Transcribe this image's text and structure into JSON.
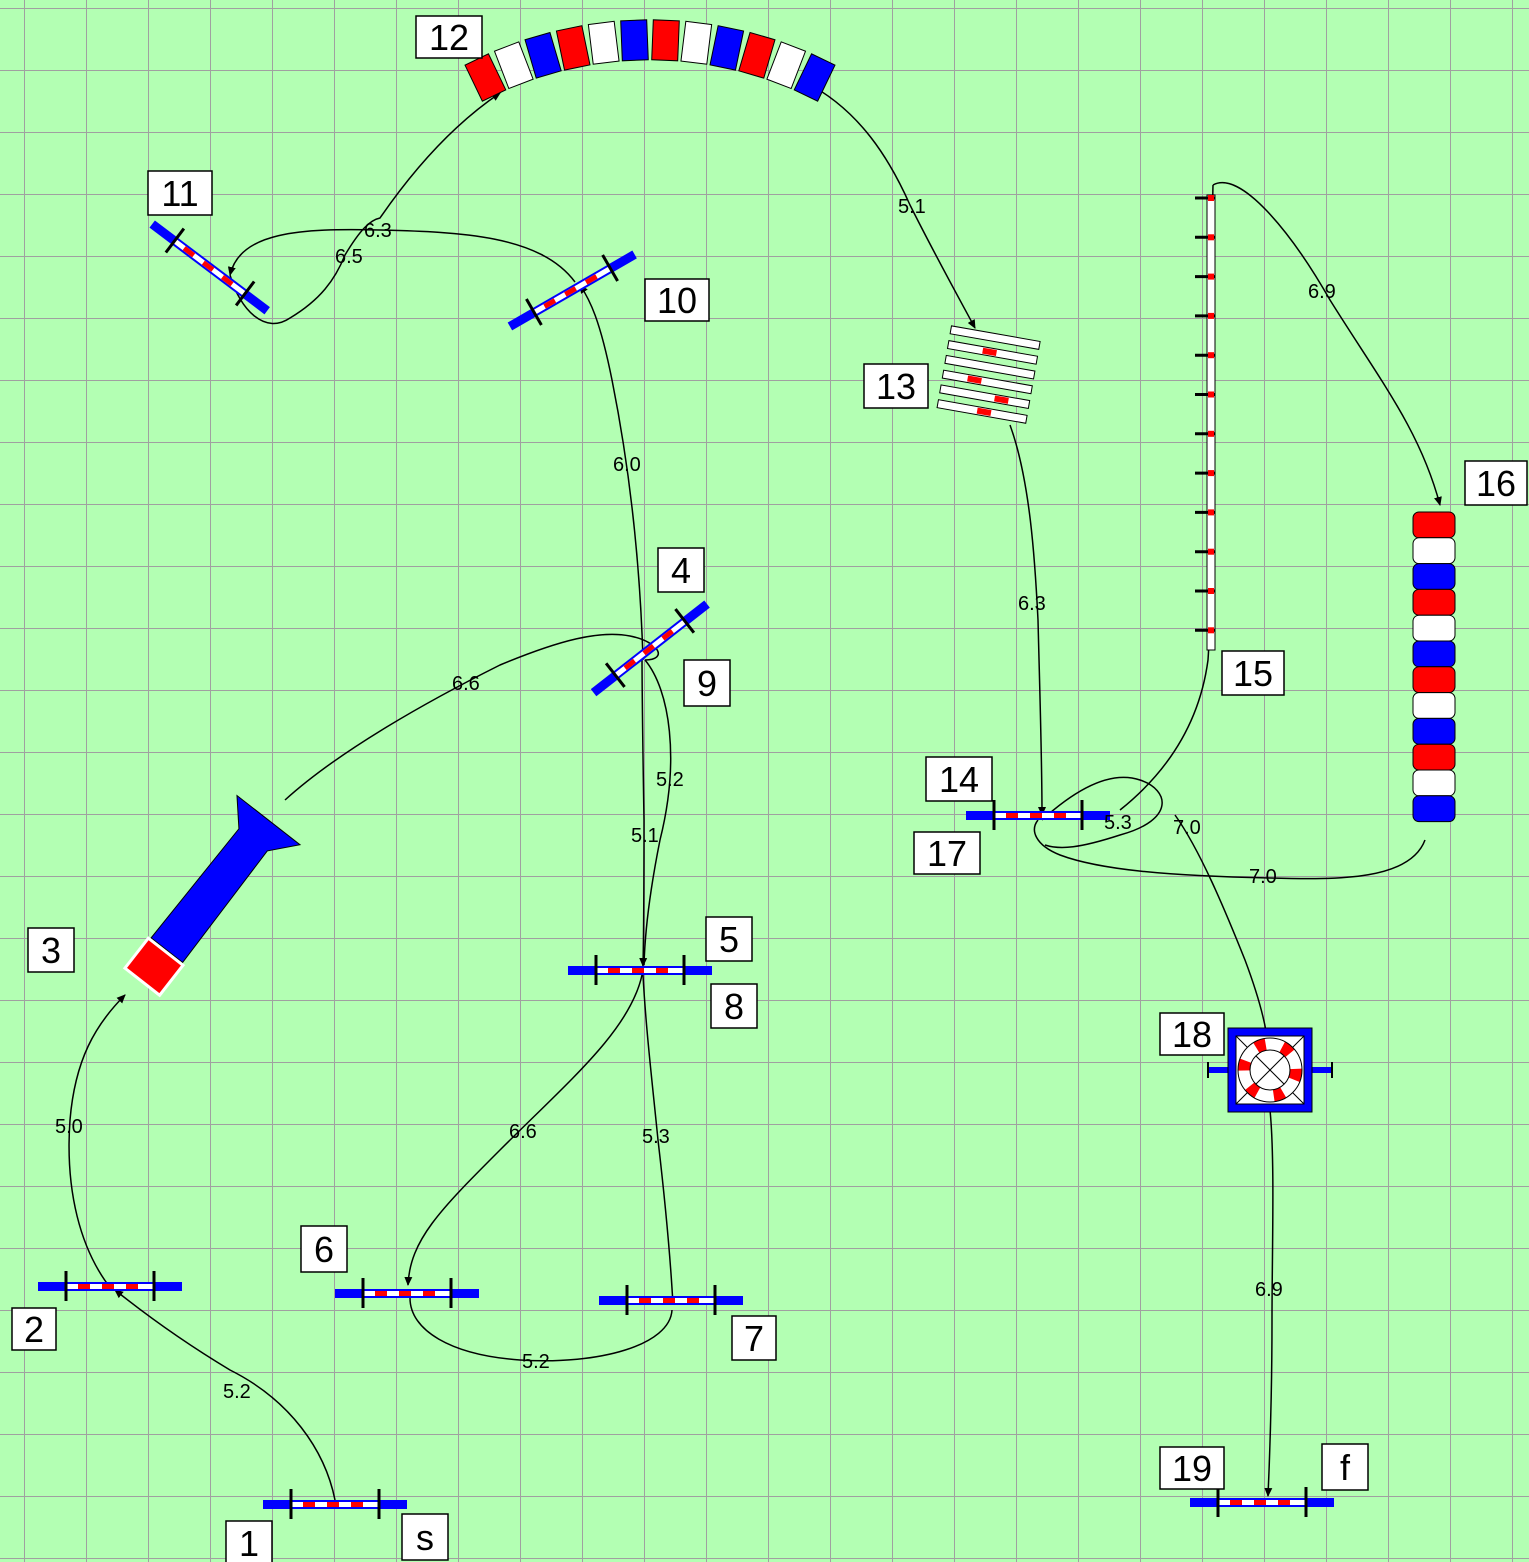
{
  "colors": {
    "background": "#b3ffb3",
    "grid": "#a0a0a0",
    "rail": "#0000ff",
    "stripe": "#ff0000",
    "white": "#ffffff"
  },
  "grid": {
    "visible": true
  },
  "obstacle_labels": [
    {
      "text": "1"
    },
    {
      "text": "s"
    },
    {
      "text": "2"
    },
    {
      "text": "3"
    },
    {
      "text": "4"
    },
    {
      "text": "9"
    },
    {
      "text": "5"
    },
    {
      "text": "8"
    },
    {
      "text": "6"
    },
    {
      "text": "7"
    },
    {
      "text": "10"
    },
    {
      "text": "11"
    },
    {
      "text": "12"
    },
    {
      "text": "13"
    },
    {
      "text": "14"
    },
    {
      "text": "17"
    },
    {
      "text": "15"
    },
    {
      "text": "16"
    },
    {
      "text": "18"
    },
    {
      "text": "19"
    },
    {
      "text": "f"
    }
  ],
  "distances": [
    {
      "text": "5.2"
    },
    {
      "text": "5.0"
    },
    {
      "text": "6.6"
    },
    {
      "text": "5.2"
    },
    {
      "text": "5.1"
    },
    {
      "text": "6.6"
    },
    {
      "text": "5.2"
    },
    {
      "text": "5.3"
    },
    {
      "text": "6.0"
    },
    {
      "text": "6.3"
    },
    {
      "text": "6.5"
    },
    {
      "text": "5.1"
    },
    {
      "text": "6.3"
    },
    {
      "text": "5.3"
    },
    {
      "text": "6.9"
    },
    {
      "text": "7.0"
    },
    {
      "text": "7.0"
    },
    {
      "text": "6.9"
    }
  ]
}
